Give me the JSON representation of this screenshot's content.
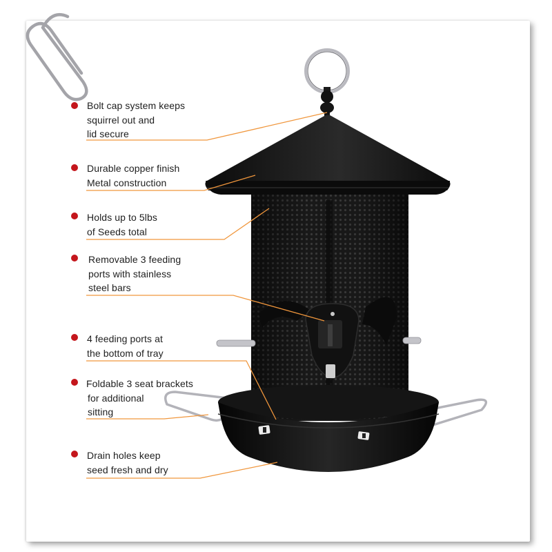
{
  "colors": {
    "bullet": "#c4161c",
    "leader_line": "#f0963c",
    "product_body": "#141414",
    "metal": "#b9b9bf"
  },
  "icons": {
    "clip": "paperclip-icon",
    "bullet": "bullet-dot-icon"
  },
  "features": [
    {
      "id": "bolt-cap",
      "lines": [
        "Bolt cap system keeps",
        "squirrel out and",
        "lid secure"
      ]
    },
    {
      "id": "copper-finish",
      "lines": [
        "Durable copper finish",
        "Metal construction"
      ]
    },
    {
      "id": "capacity",
      "lines": [
        "Holds up to 5lbs",
        "of Seeds total"
      ]
    },
    {
      "id": "feeding-ports-removable",
      "lines": [
        "Removable 3 feeding",
        "ports with stainless",
        "steel bars"
      ]
    },
    {
      "id": "feeding-ports-tray",
      "lines": [
        "4 feeding ports at",
        "the bottom of tray"
      ]
    },
    {
      "id": "seat-brackets",
      "lines": [
        "Foldable 3 seat brackets",
        "for additional",
        "sitting"
      ]
    },
    {
      "id": "drain-holes",
      "lines": [
        "Drain holes keep",
        "seed fresh and dry"
      ]
    }
  ]
}
